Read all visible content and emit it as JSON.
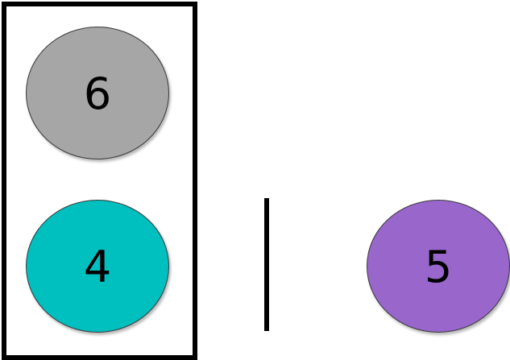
{
  "balls": {
    "top_left": {
      "label": "6",
      "color": "#a6a6a6"
    },
    "bottom_left": {
      "label": "4",
      "color": "#00bfbf"
    },
    "right": {
      "label": "5",
      "color": "#9966cc"
    }
  }
}
